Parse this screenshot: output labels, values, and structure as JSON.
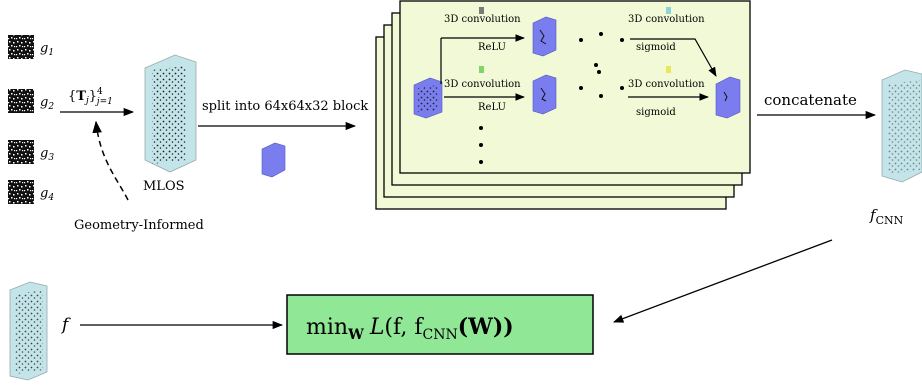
{
  "grids": [
    {
      "name": "g",
      "index": "1"
    },
    {
      "name": "g",
      "index": "2"
    },
    {
      "name": "g",
      "index": "3"
    },
    {
      "name": "g",
      "index": "4"
    }
  ],
  "transform": {
    "symbol": "T",
    "sub": "j",
    "sup": "4",
    "range_sub": "j=1"
  },
  "mlos_label": "MLOS",
  "geometry_label": "Geometry-Informed",
  "split_label": "split into 64x64x32 block",
  "cnn": {
    "conv_label": "3D convolution",
    "relu_label": "ReLU",
    "sigmoid_label": "sigmoid"
  },
  "concat_label": "concatenate",
  "f_cnn": {
    "base": "f",
    "sub": "CNN"
  },
  "f_label": "f",
  "loss": {
    "min": "min",
    "min_sub": "W",
    "L": "L",
    "args": "(f, f",
    "args_sub": "CNN",
    "w_paren": "(W))"
  },
  "colors": {
    "panel": "#f2f9d6",
    "loss_box": "#90e897",
    "volume": "#a9d8df",
    "block": "#7a7dee"
  }
}
